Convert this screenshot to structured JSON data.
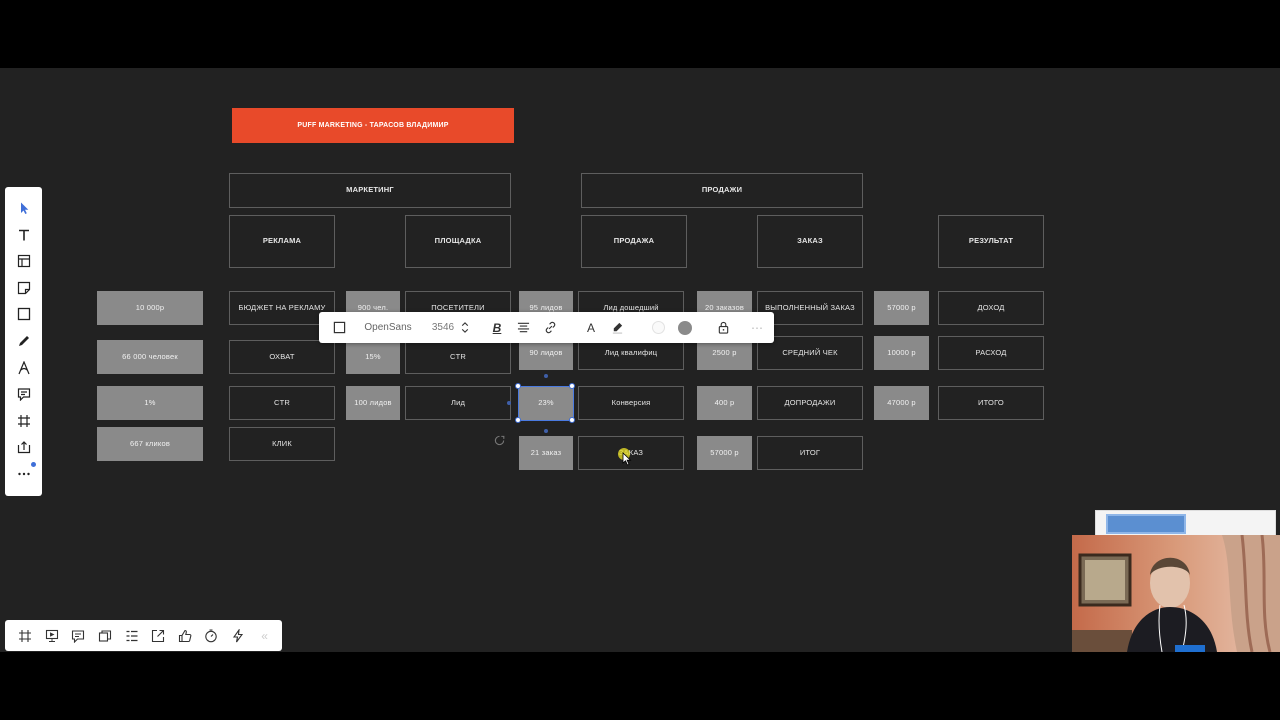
{
  "header_title": "PUFF MARKETING - ТАРАСОВ ВЛАДИМИР",
  "sections": {
    "marketing": "МАРКЕТИНГ",
    "sales": "ПРОДАЖИ"
  },
  "subsections": {
    "ads": "РЕКЛАМА",
    "platform": "ПЛОЩАДКА",
    "sale": "ПРОДАЖА",
    "order": "ЗАКАЗ",
    "result": "РЕЗУЛЬТАТ"
  },
  "col_values": [
    "10 000р",
    "66 000 человек",
    "1%",
    "667 кликов"
  ],
  "col_ads": [
    "БЮДЖЕТ НА РЕКЛАМУ",
    "ОХВАТ",
    "CTR",
    "КЛИК"
  ],
  "col_platform_values": [
    "900 чел.",
    "15%",
    "100 лидов"
  ],
  "col_platform": [
    "ПОСЕТИТЕЛИ",
    "CTR",
    "Лид"
  ],
  "col_sale_values": [
    "95 лидов",
    "90 лидов",
    "23%",
    "21 заказ"
  ],
  "col_sale": [
    "Лид дошедший",
    "Лид квалифиц",
    "Конверсия",
    "ЗАКАЗ"
  ],
  "col_order_values": [
    "20 заказов",
    "2500 р",
    "400 р",
    "57000 р"
  ],
  "col_order": [
    "ВЫПОЛНЕННЫЙ ЗАКАЗ",
    "СРЕДНИЙ ЧЕК",
    "ДОПРОДАЖИ",
    "ИТОГ"
  ],
  "col_result_values": [
    "57000 р",
    "10000 р",
    "47000 р"
  ],
  "col_result": [
    "ДОХОД",
    "РАСХОД",
    "ИТОГО"
  ],
  "format_toolbar": {
    "font": "OpenSans",
    "size": "3546",
    "text_icon": "A"
  },
  "left_toolbar_icons": [
    "select-icon",
    "text-icon",
    "template-icon",
    "sticky-note-icon",
    "shape-icon",
    "pen-icon",
    "line-icon",
    "comment-icon",
    "frame-icon",
    "upload-icon",
    "more-icon"
  ],
  "bottom_toolbar_icons": [
    "frames-icon",
    "present-icon",
    "comments-icon",
    "cards-icon",
    "grid-icon",
    "share-icon",
    "like-icon",
    "timer-icon",
    "bolt-icon",
    "collapse-icon"
  ],
  "colors": {
    "canvas": "#222222",
    "header": "#e84a2a",
    "gray_box": "#8a8a8a",
    "outline": "#5e5e5e",
    "accent": "#3f6fd8"
  }
}
